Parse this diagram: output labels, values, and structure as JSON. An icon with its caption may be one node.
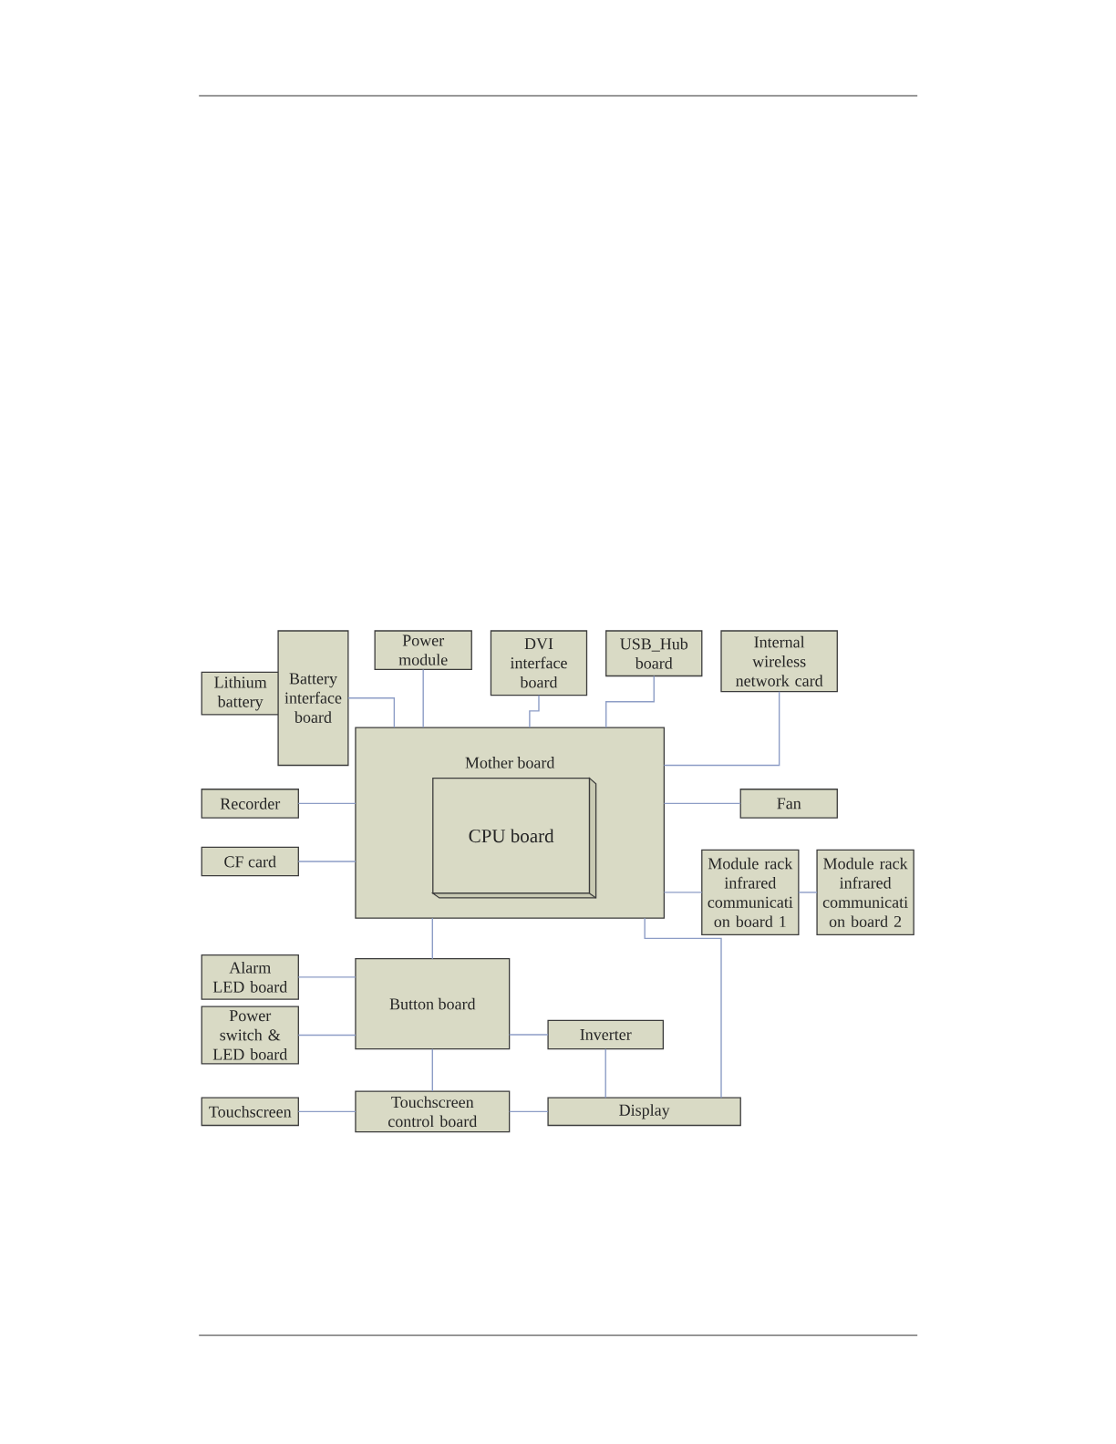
{
  "diagram": {
    "nodes": [
      {
        "text": [
          "Lithium battery"
        ]
      },
      {
        "text": [
          "Battery interface board"
        ]
      },
      {
        "text": [
          "Power module"
        ]
      },
      {
        "text": [
          "DVI interface board"
        ]
      },
      {
        "text": [
          "USB_Hub board"
        ]
      },
      {
        "text": [
          "Internal wireless network card"
        ]
      },
      {
        "text": [
          "Mother board"
        ]
      },
      {
        "text": [
          "CPU board"
        ],
        "in": 6
      },
      {
        "text": [
          "Recorder"
        ]
      },
      {
        "text": [
          "Fan"
        ]
      },
      {
        "text": [
          "CF card"
        ]
      },
      {
        "text": [
          "Module rack infrared communicati on board 1"
        ]
      },
      {
        "text": [
          "Module rack infrared communicati on board 2"
        ]
      },
      {
        "text": [
          "Alarm LED board"
        ]
      },
      {
        "text": [
          "Button board"
        ]
      },
      {
        "text": [
          "Power switch & LED board"
        ]
      },
      {
        "text": [
          "Inverter"
        ]
      },
      {
        "text": [
          "Touchscreen"
        ]
      },
      {
        "text": [
          "Touchscreen control board"
        ]
      },
      {
        "text": [
          "Display"
        ]
      }
    ],
    "edges": [
      {
        "from": 1,
        "to": 6,
        "arrow": "none"
      },
      {
        "from": 2,
        "to": 6,
        "arrow": "none"
      },
      {
        "from": 3,
        "to": 6,
        "arrow": "none"
      },
      {
        "from": 4,
        "to": 6,
        "arrow": "none"
      },
      {
        "from": 5,
        "to": 6,
        "arrow": "none"
      },
      {
        "from": 8,
        "to": 6,
        "arrow": "none"
      },
      {
        "from": 9,
        "to": 6,
        "arrow": "none"
      },
      {
        "from": 10,
        "to": 6,
        "arrow": "none"
      },
      {
        "from": 6,
        "to": 11,
        "arrow": "none"
      },
      {
        "from": 11,
        "to": 12,
        "arrow": "none"
      },
      {
        "from": 6,
        "to": 19,
        "arrow": "none"
      },
      {
        "from": 6,
        "to": 14,
        "arrow": "none"
      },
      {
        "from": 13,
        "to": 14,
        "arrow": "none"
      },
      {
        "from": 15,
        "to": 14,
        "arrow": "none"
      },
      {
        "from": 14,
        "to": 16,
        "arrow": "none"
      },
      {
        "from": 14,
        "to": 18,
        "arrow": "none"
      },
      {
        "from": 16,
        "to": 19,
        "arrow": "none"
      },
      {
        "from": 17,
        "to": 18,
        "arrow": "none"
      },
      {
        "from": 18,
        "to": 19,
        "arrow": "none"
      }
    ]
  }
}
